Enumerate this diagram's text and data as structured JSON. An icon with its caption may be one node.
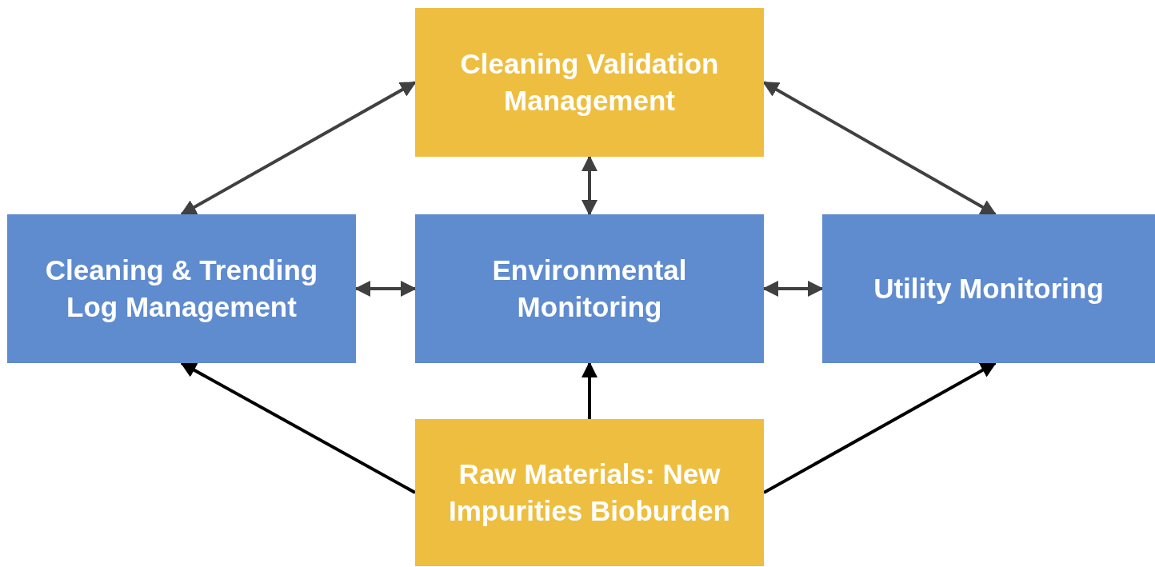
{
  "diagram": {
    "nodes": [
      {
        "text": [
          "Cleaning Validation Management"
        ]
      },
      {
        "text": [
          "Cleaning & Trending Log Management"
        ]
      },
      {
        "text": [
          "Environmental Monitoring"
        ]
      },
      {
        "text": [
          "Utility Monitoring"
        ]
      },
      {
        "text": [
          "Raw Materials: New Impurities Bioburden"
        ]
      }
    ],
    "edges": [
      {
        "from": 0,
        "to": 1,
        "arrow": "both"
      },
      {
        "from": 0,
        "to": 2,
        "arrow": "both"
      },
      {
        "from": 0,
        "to": 3,
        "arrow": "both"
      },
      {
        "from": 1,
        "to": 2,
        "arrow": "both"
      },
      {
        "from": 2,
        "to": 3,
        "arrow": "both"
      },
      {
        "from": 4,
        "to": 1,
        "arrow": "to",
        "color": "#000000"
      },
      {
        "from": 4,
        "to": 2,
        "arrow": "to",
        "color": "#000000"
      },
      {
        "from": 4,
        "to": 3,
        "arrow": "to",
        "color": "#000000"
      }
    ]
  }
}
